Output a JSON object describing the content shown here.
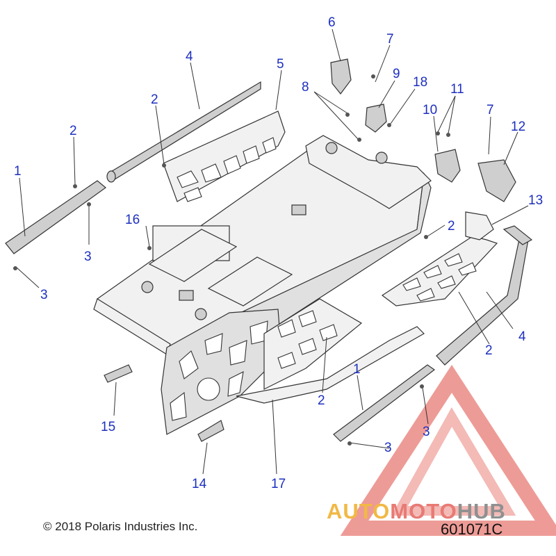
{
  "callouts": {
    "c1a": "1",
    "c2a": "2",
    "c3a": "3",
    "c3b": "3",
    "c4a": "4",
    "c2b": "2",
    "c5": "5",
    "c6": "6",
    "c7a": "7",
    "c8": "8",
    "c9": "9",
    "c18": "18",
    "c11": "11",
    "c10": "10",
    "c7b": "7",
    "c12": "12",
    "c16": "16",
    "c13": "13",
    "c2c": "2",
    "c4b": "4",
    "c2d": "2",
    "c2e": "2",
    "c1b": "1",
    "c3c": "3",
    "c3d": "3",
    "c15": "15",
    "c14": "14",
    "c17": "17"
  },
  "footer": {
    "copyright": "© 2018 Polaris Industries Inc.",
    "part_number": "601071C"
  },
  "watermark": {
    "brand_part1": "AUTO",
    "brand_part2": "MOTO",
    "brand_part3": "HUB",
    "colors": {
      "auto": "#f2b845",
      "moto": "#e87a74",
      "hub": "#8f9090",
      "triangle": "#e87a74"
    }
  }
}
